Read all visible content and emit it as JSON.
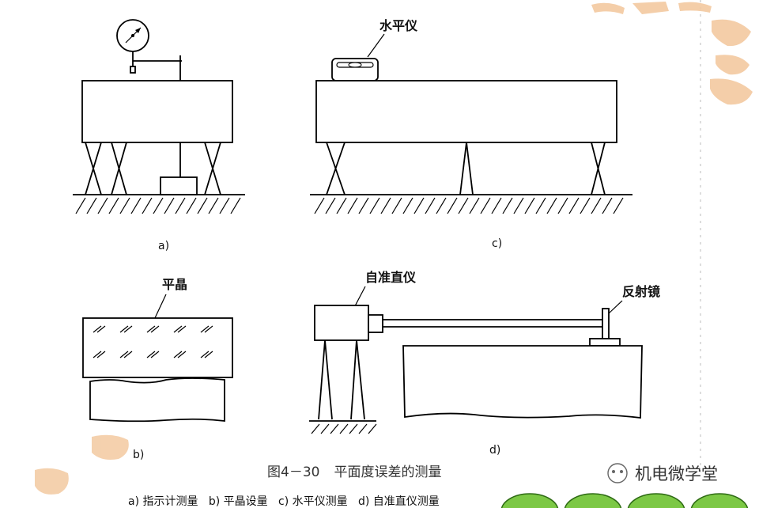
{
  "labels": {
    "dial_gauge": "",
    "level": "水平仪",
    "optical_flat": "平晶",
    "autocollimator": "自准直仪",
    "reflector": "反射镜"
  },
  "sub_labels": {
    "a": "a)",
    "b": "b)",
    "c": "c)",
    "d": "d)"
  },
  "caption": {
    "figure_no": "图4－30",
    "title": "平面度误差的测量"
  },
  "legend": "a) 指示计测量   b) 平晶设量   c) 水平仪测量   d) 自准直仪测量",
  "watermark": {
    "name": "机电微学堂",
    "icon": "wechat-icon"
  },
  "decor": {
    "seal_color": "#f3c9a0",
    "button_color": "#7cc845",
    "buttons": [
      "",
      "",
      "",
      ""
    ]
  }
}
